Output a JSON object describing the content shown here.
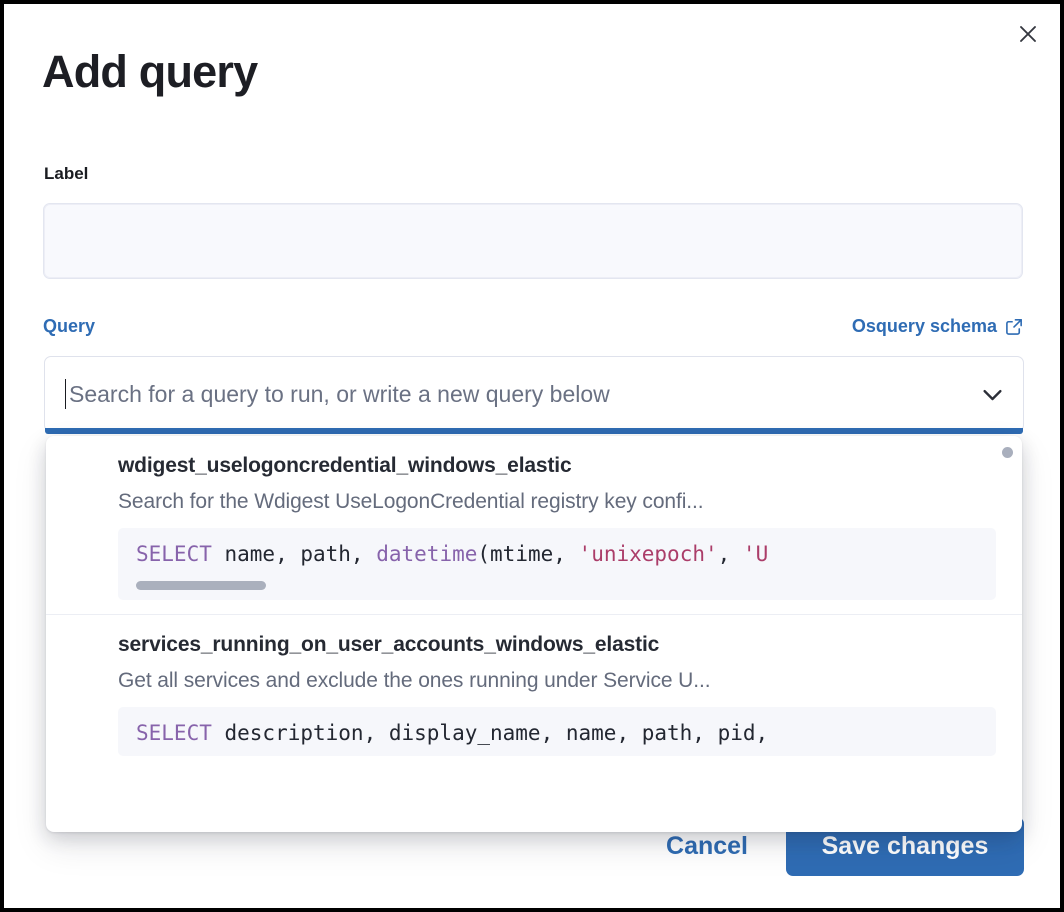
{
  "modal": {
    "title": "Add query",
    "close_icon": "close-icon"
  },
  "label_field": {
    "label": "Label",
    "value": "",
    "placeholder": ""
  },
  "query_field": {
    "label": "Query",
    "schema_link": "Osquery schema",
    "schema_link_icon": "external-link-icon",
    "combobox_placeholder": "Search for a query to run, or write a new query below",
    "combobox_value": "",
    "chevron_icon": "chevron-down-icon"
  },
  "dropdown": {
    "options": [
      {
        "title": "wdigest_uselogoncredential_windows_elastic",
        "description": "Search for the Wdigest UseLogonCredential registry key confi...",
        "code": {
          "keyword": "SELECT",
          "plain_1": " name, path, ",
          "function": "datetime",
          "plain_2": "(mtime, ",
          "string_1": "'unixepoch'",
          "plain_3": ", ",
          "string_2": "'U"
        },
        "has_code_scrollbar": true
      },
      {
        "title": "services_running_on_user_accounts_windows_elastic",
        "description": "Get all services and exclude the ones running under Service U...",
        "code": {
          "keyword": "SELECT",
          "plain_1": " description, display_name, name, path, pid,",
          "function": "",
          "plain_2": "",
          "string_1": "",
          "plain_3": "",
          "string_2": ""
        },
        "has_code_scrollbar": false
      }
    ]
  },
  "footer": {
    "cancel_label": "Cancel",
    "save_label": "Save changes"
  },
  "colors": {
    "accent_blue": "#2f6cb4",
    "text_dark": "#1d1e24",
    "muted_text": "#646b7c",
    "code_bg": "#f6f7fb",
    "sql_keyword": "#8763ab",
    "sql_string": "#ab3d69",
    "input_bg": "#f8f9fd"
  }
}
